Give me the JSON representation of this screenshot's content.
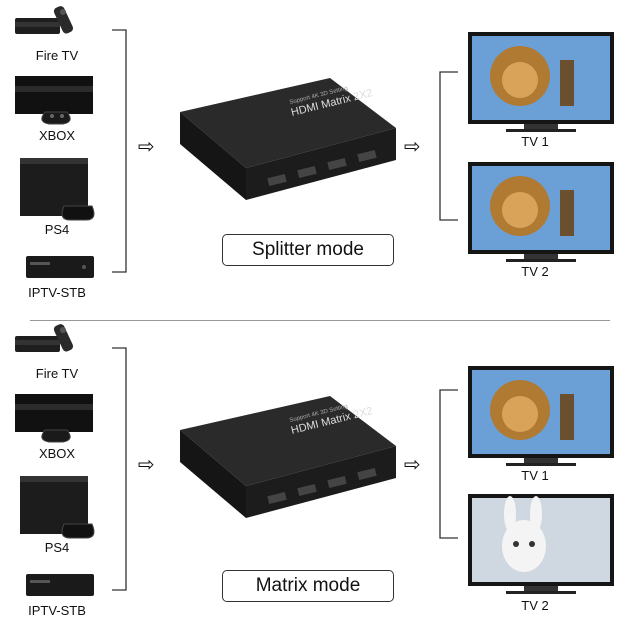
{
  "top": {
    "sources": [
      "Fire TV",
      "XBOX",
      "PS4",
      "IPTV-STB"
    ],
    "mode_label": "Splitter mode",
    "device_title": "HDMI Matrix 2X2",
    "device_sub": "Support 4K 3D Setting",
    "outputs": [
      "TV 1",
      "TV 2"
    ]
  },
  "bottom": {
    "sources": [
      "Fire TV",
      "XBOX",
      "PS4",
      "IPTV-STB"
    ],
    "mode_label": "Matrix mode",
    "device_title": "HDMI Matrix 2X2",
    "device_sub": "Support 4K 3D Setting",
    "outputs": [
      "TV 1",
      "TV 2"
    ]
  },
  "icons": {
    "fire_tv": "fire-tv-icon",
    "xbox": "xbox-console-icon",
    "ps4": "ps4-console-icon",
    "stb": "set-top-box-icon",
    "tv": "television-icon",
    "arrow": "right-arrow-icon"
  }
}
